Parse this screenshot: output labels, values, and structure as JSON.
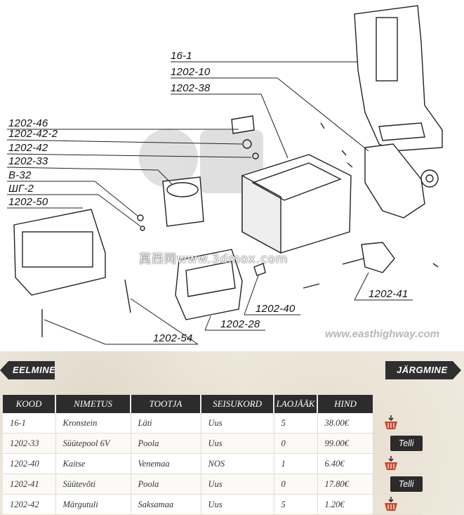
{
  "diagram": {
    "callouts": [
      {
        "id": "c16-1",
        "label": "16-1"
      },
      {
        "id": "c1202-10",
        "label": "1202-10"
      },
      {
        "id": "c1202-38",
        "label": "1202-38"
      },
      {
        "id": "c1202-46",
        "label": "1202-46"
      },
      {
        "id": "c1202-42-2",
        "label": "1202-42-2"
      },
      {
        "id": "c1202-42",
        "label": "1202-42"
      },
      {
        "id": "c1202-33",
        "label": "1202-33"
      },
      {
        "id": "cB-32",
        "label": "B-32"
      },
      {
        "id": "cSG-2",
        "label": "ШГ-2"
      },
      {
        "id": "c1202-50",
        "label": "1202-50"
      },
      {
        "id": "c1202-41",
        "label": "1202-41"
      },
      {
        "id": "c1202-40",
        "label": "1202-40"
      },
      {
        "id": "c1202-28",
        "label": "1202-28"
      },
      {
        "id": "c1202-54",
        "label": "1202-54"
      }
    ],
    "watermark_site": "www.easthighway.com",
    "watermark_cn": "莫西网www.3dmox.com"
  },
  "nav": {
    "prev_label": "EELMINE",
    "next_label": "JÄRGMINE"
  },
  "table": {
    "headers": [
      "KOOD",
      "NIMETUS",
      "TOOTJA",
      "SEISUKORD",
      "LAOJÄÄK",
      "HIND"
    ],
    "rows": [
      {
        "kood": "16-1",
        "nimetus": "Kronstein",
        "tootja": "Läti",
        "seisukord": "Uus",
        "laojaak": "5",
        "hind": "38.00€",
        "action": "cart"
      },
      {
        "kood": "1202-33",
        "nimetus": "Süütepool 6V",
        "tootja": "Poola",
        "seisukord": "Uus",
        "laojaak": "0",
        "hind": "99.00€",
        "action": "telli"
      },
      {
        "kood": "1202-40",
        "nimetus": "Kaitse",
        "tootja": "Venemaa",
        "seisukord": "NOS",
        "laojaak": "1",
        "hind": "6.40€",
        "action": "cart"
      },
      {
        "kood": "1202-41",
        "nimetus": "Süütevõti",
        "tootja": "Poola",
        "seisukord": "Uus",
        "laojaak": "0",
        "hind": "17.80€",
        "action": "telli"
      },
      {
        "kood": "1202-42",
        "nimetus": "Märgutuli",
        "tootja": "Saksamaa",
        "seisukord": "Uus",
        "laojaak": "5",
        "hind": "1.20€",
        "action": "cart"
      }
    ],
    "telli_label": "Telli"
  },
  "colors": {
    "header_bg": "#2c2c2c",
    "paper": "#efe9dd",
    "cart_icon": "#c8462a"
  }
}
